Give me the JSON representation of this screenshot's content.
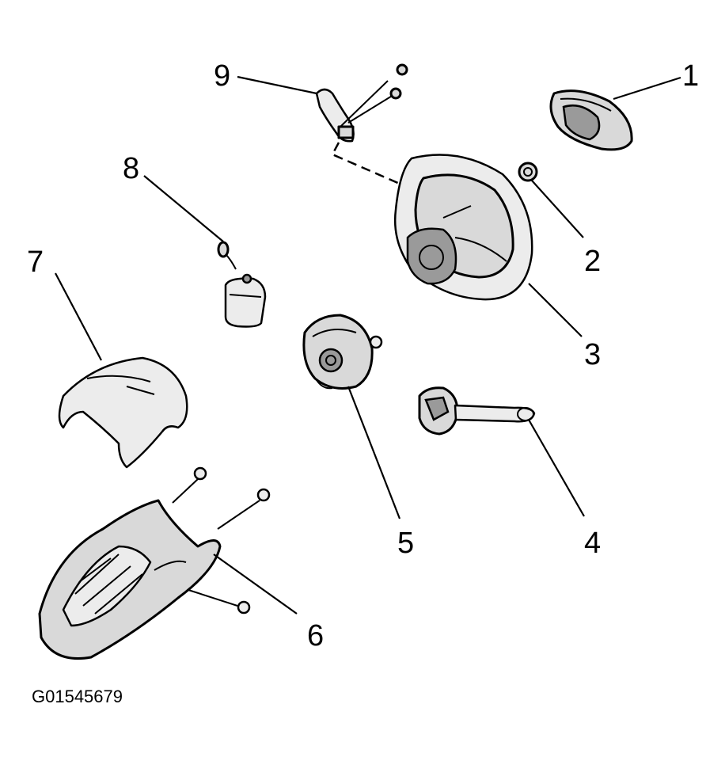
{
  "callouts": [
    {
      "label": "1",
      "part": "airbag-module"
    },
    {
      "label": "2",
      "part": "steering-wheel-nut"
    },
    {
      "label": "3",
      "part": "steering-wheel"
    },
    {
      "label": "4",
      "part": "wiper-switch"
    },
    {
      "label": "5",
      "part": "clockspring"
    },
    {
      "label": "6",
      "part": "lower-column-shroud"
    },
    {
      "label": "7",
      "part": "upper-column-shroud"
    },
    {
      "label": "8",
      "part": "switch-connector"
    },
    {
      "label": "9",
      "part": "wheel-switch-harness"
    }
  ],
  "figure_id": "G01545679"
}
